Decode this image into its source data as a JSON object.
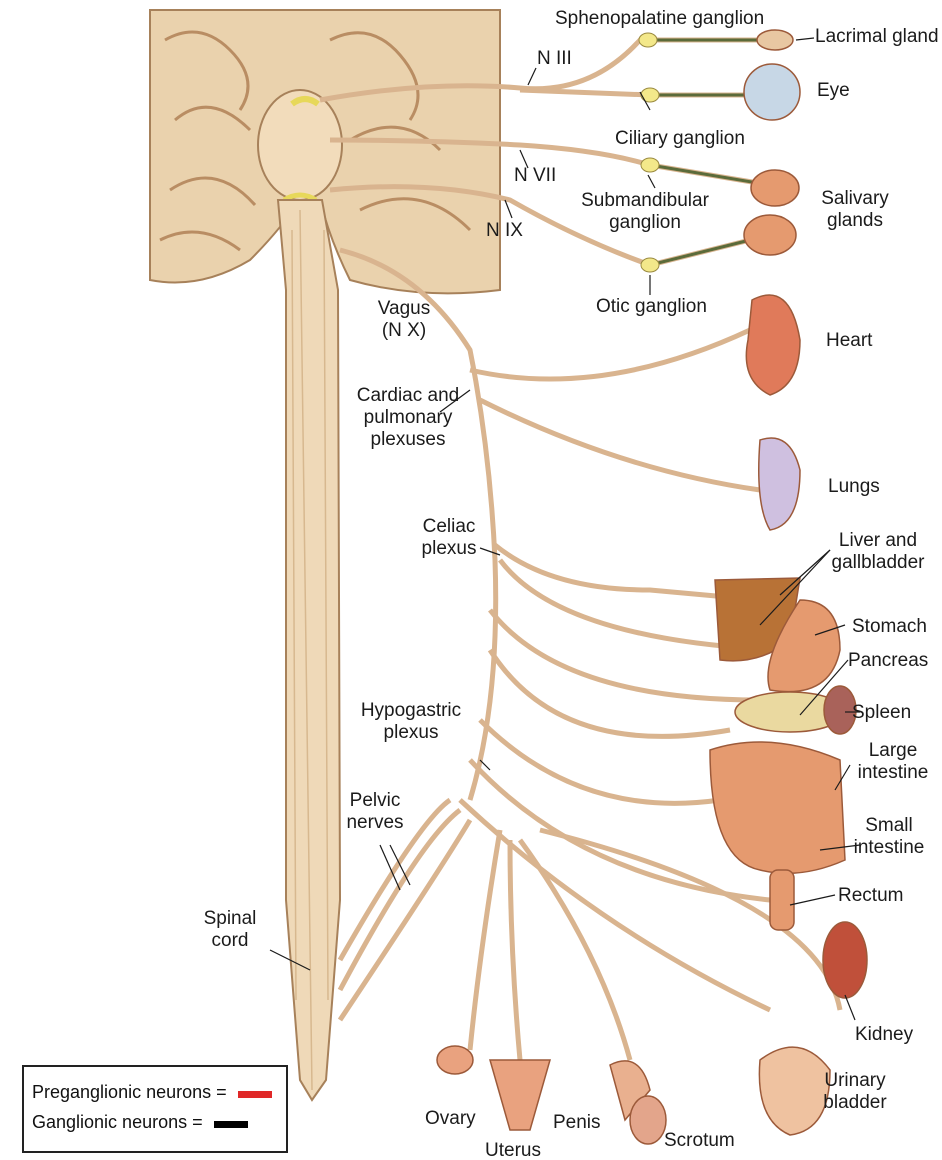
{
  "labels": {
    "sphenopalatine": "Sphenopalatine ganglion",
    "lacrimal": "Lacrimal gland",
    "n3": "N III",
    "eye": "Eye",
    "ciliary": "Ciliary ganglion",
    "n7": "N VII",
    "submandibular_1": "Submandibular",
    "submandibular_2": "ganglion",
    "salivary_1": "Salivary",
    "salivary_2": "glands",
    "n9": "N IX",
    "otic": "Otic ganglion",
    "vagus_1": "Vagus",
    "vagus_2": "(N X)",
    "heart": "Heart",
    "cardiac_1": "Cardiac and",
    "cardiac_2": "pulmonary",
    "cardiac_3": "plexuses",
    "lungs": "Lungs",
    "celiac_1": "Celiac",
    "celiac_2": "plexus",
    "liver_1": "Liver and",
    "liver_2": "gallbladder",
    "stomach": "Stomach",
    "pancreas": "Pancreas",
    "hypogastric_1": "Hypogastric",
    "hypogastric_2": "plexus",
    "spleen": "Spleen",
    "large_1": "Large",
    "large_2": "intestine",
    "pelvic_1": "Pelvic",
    "pelvic_2": "nerves",
    "small_1": "Small",
    "small_2": "intestine",
    "rectum": "Rectum",
    "spinal_1": "Spinal",
    "spinal_2": "cord",
    "kidney": "Kidney",
    "ovary": "Ovary",
    "uterus": "Uterus",
    "penis": "Penis",
    "scrotum": "Scrotum",
    "bladder_1": "Urinary",
    "bladder_2": "bladder"
  },
  "legend": {
    "preganglionic": "Preganglionic neurons =",
    "ganglionic": "Ganglionic neurons =",
    "preganglionic_color": "#e02828",
    "ganglionic_color": "#000000"
  },
  "colors": {
    "nerve": "#d9b48f",
    "brain": "#ead2ad",
    "spinal_cord": "#efd9b8",
    "organ": "#e59a6f",
    "ganglion": "#f3e88a"
  }
}
